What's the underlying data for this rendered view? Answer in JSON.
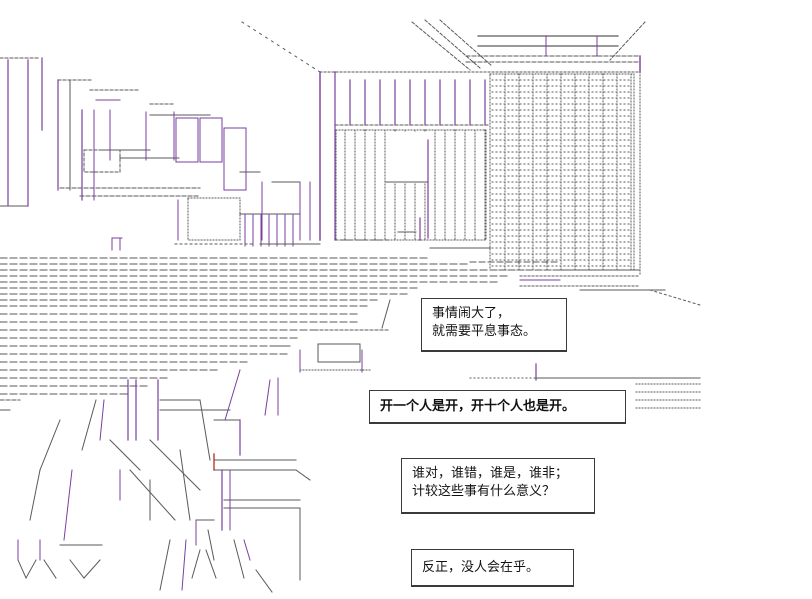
{
  "art": {
    "name": "ascii-art-scene",
    "stroke": "#5a5a5a",
    "accent": "#7a3fa0",
    "accent_red": "#c0392b"
  },
  "captions": [
    {
      "lines": [
        "事情闹大了，",
        "就需要平息事态。"
      ]
    },
    {
      "lines": [
        "开一个人是开，开十个人也是开。"
      ]
    },
    {
      "lines": [
        "谁对，谁错，谁是，谁非；",
        "计较这些事有什么意义？"
      ]
    },
    {
      "lines": [
        "反正，没人会在乎。"
      ]
    }
  ]
}
